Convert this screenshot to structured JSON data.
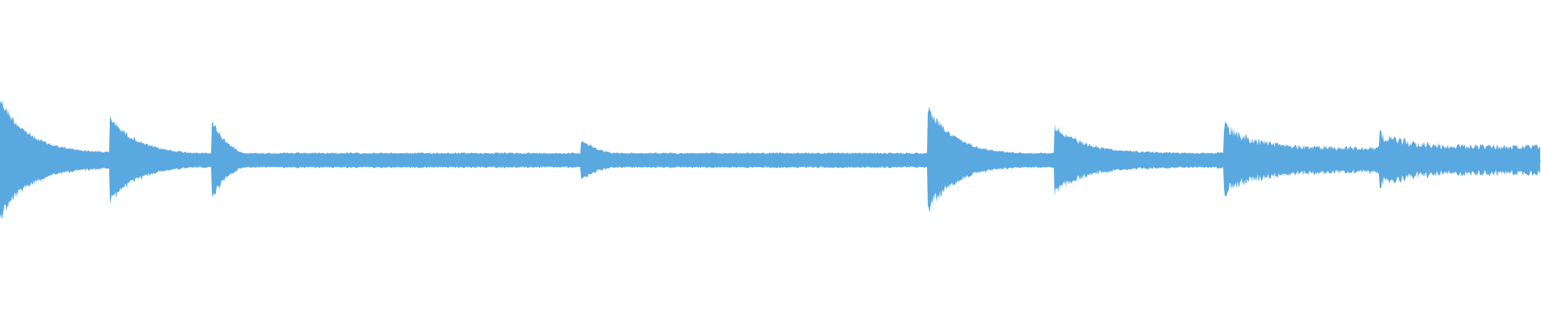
{
  "waveform": {
    "color": "#5aa8e0",
    "background": "#ffffff",
    "onsets": [
      {
        "t": 0.0,
        "peak": 0.42,
        "sustain": 0.05,
        "decay": 0.3,
        "rough": 0.3
      },
      {
        "t": 0.071,
        "peak": 0.3,
        "sustain": 0.04,
        "decay": 0.3,
        "rough": 0.3
      },
      {
        "t": 0.137,
        "peak": 0.28,
        "sustain": 0.0,
        "decay": 0.22,
        "rough": 0.3
      },
      {
        "t": 0.377,
        "peak": 0.14,
        "sustain": 0.02,
        "decay": 0.25,
        "rough": 0.3
      },
      {
        "t": 0.602,
        "peak": 0.36,
        "sustain": 0.04,
        "decay": 0.3,
        "rough": 0.3
      },
      {
        "t": 0.684,
        "peak": 0.24,
        "sustain": 0.05,
        "decay": 0.32,
        "rough": 0.35
      },
      {
        "t": 0.794,
        "peak": 0.26,
        "sustain": 0.09,
        "decay": 0.3,
        "rough": 0.55
      },
      {
        "t": 0.895,
        "peak": 0.2,
        "sustain": 0.1,
        "decay": 0.3,
        "rough": 0.6
      }
    ]
  }
}
